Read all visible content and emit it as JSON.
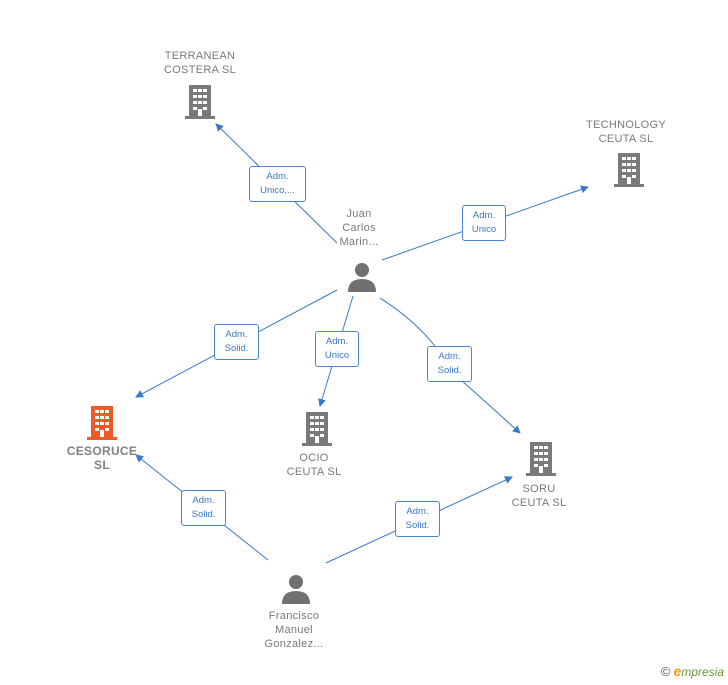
{
  "nodes": {
    "terranean": {
      "label": "TERRANEAN\nCOSTERA SL"
    },
    "technology": {
      "label": "TECHNOLOGY\nCEUTA SL"
    },
    "juan": {
      "label": "Juan\nCarlos\nMarin..."
    },
    "cesoruce": {
      "label": "CESORUCE\nSL"
    },
    "ocio": {
      "label": "OCIO\nCEUTA SL"
    },
    "soru": {
      "label": "SORU\nCEUTA SL"
    },
    "francisco": {
      "label": "Francisco\nManuel\nGonzalez..."
    }
  },
  "edges": {
    "e1": {
      "label": "Adm.\nUnico,..."
    },
    "e2": {
      "label": "Adm.\nUnico"
    },
    "e3": {
      "label": "Adm.\nSolid."
    },
    "e4": {
      "label": "Adm.\nUnico"
    },
    "e5": {
      "label": "Adm.\nSolid."
    },
    "e6": {
      "label": "Adm.\nSolid."
    },
    "e7": {
      "label": "Adm.\nSolid."
    }
  },
  "footer": {
    "copyright": "©",
    "brand_initial": "e",
    "brand_rest": "mpresia"
  },
  "colors": {
    "edge": "#3a78c8",
    "company_icon": "#7a7a7a",
    "main_company_icon": "#f05a28",
    "person_icon": "#707070"
  }
}
